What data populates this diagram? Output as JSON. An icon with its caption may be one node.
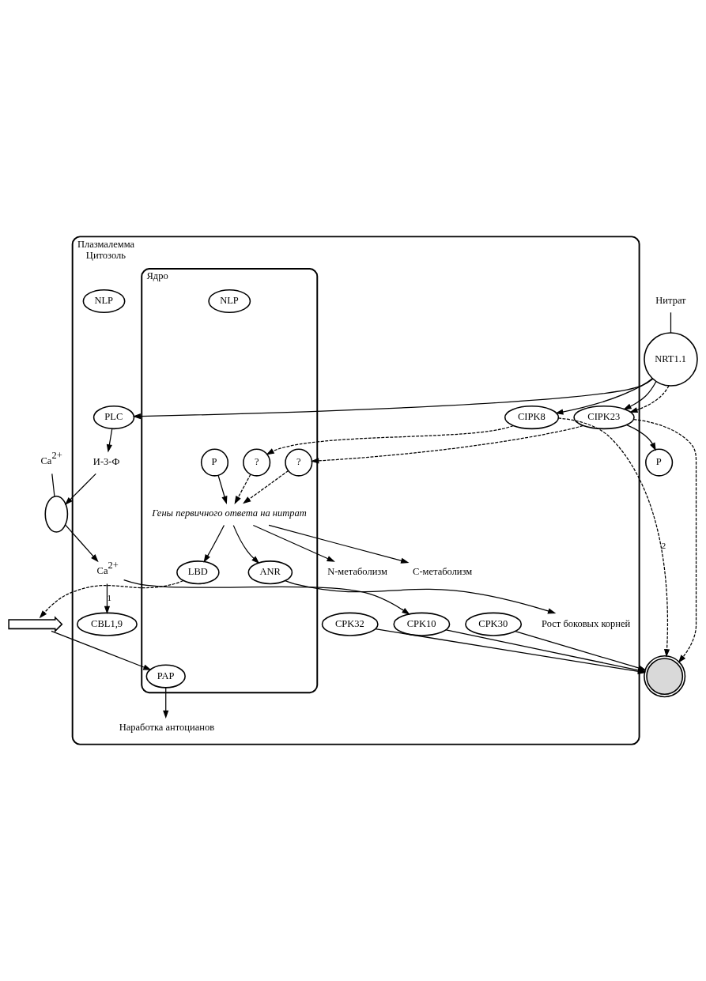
{
  "diagram": {
    "nodes": [
      {
        "text": [
          "Плазмалемма",
          "Цитозоль"
        ]
      },
      {
        "text": [
          "Ядро"
        ],
        "in": 0
      },
      {
        "text": [
          "Нитрат"
        ]
      },
      {
        "text": [
          "NRT1.1"
        ]
      },
      {
        "text": [
          "P"
        ]
      },
      {
        "text": [
          "Ca$^{2+}$"
        ]
      },
      {
        "text": [],
        "shape": "ellipse"
      },
      {
        "text": [
          "PLC"
        ],
        "in": 0
      },
      {
        "text": [
          "И-3-Ф"
        ],
        "in": 0
      },
      {
        "text": [
          "Ca$^{2+}$"
        ],
        "in": 0
      },
      {
        "text": [
          "CIPK8"
        ],
        "in": 0
      },
      {
        "text": [
          "CIPK23"
        ],
        "in": 0
      },
      {
        "text": [
          "CBL1,9"
        ],
        "in": 0
      },
      {
        "text": [
          "CPK10"
        ],
        "in": 0
      },
      {
        "text": [
          "CPK30"
        ],
        "in": 0
      },
      {
        "text": [
          "CPK32"
        ],
        "in": 0
      },
      {
        "text": [
          "?"
        ],
        "in": 1
      },
      {
        "text": [
          "?"
        ],
        "in": 1
      },
      {
        "text": [
          "NLP"
        ],
        "in": 1
      },
      {
        "text": [
          "P"
        ],
        "in": 1
      },
      {
        "text": [
          "NLP"
        ],
        "in": 0
      },
      {
        "text": [],
        "shape": "cycle"
      },
      {
        "text": [
          "Гены первичного ответа на нитрат"
        ],
        "in": 1
      },
      {
        "text": [
          "LBD"
        ],
        "in": 1
      },
      {
        "text": [
          "ANR"
        ],
        "in": 1
      },
      {
        "text": [],
        "shape": "gene"
      },
      {
        "text": [
          "PAP"
        ],
        "in": 1
      },
      {
        "text": [
          "С-метаболизм"
        ],
        "in": 0
      },
      {
        "text": [
          "N-метаболизм"
        ],
        "in": 0
      },
      {
        "text": [
          "Рост боковых корней"
        ],
        "in": 0
      },
      {
        "text": [
          "Наработка антоцианов"
        ],
        "in": 0
      }
    ],
    "edges": [
      {
        "from": 2,
        "to": 3,
        "arrow": "none"
      },
      {
        "from": 3,
        "to": 7,
        "arrow": "to"
      },
      {
        "from": 3,
        "to": 10,
        "arrow": "to"
      },
      {
        "from": 3,
        "to": 11,
        "arrow": "to"
      },
      {
        "from": 3,
        "to": 11,
        "arrow": "to",
        "style": "dashed"
      },
      {
        "from": 11,
        "to": 4,
        "arrow": "to"
      },
      {
        "from": 7,
        "to": 8,
        "arrow": "to"
      },
      {
        "from": 8,
        "to": 6,
        "arrow": "to"
      },
      {
        "from": 5,
        "to": 6,
        "arrow": "none"
      },
      {
        "from": 6,
        "to": 9,
        "arrow": "to"
      },
      {
        "from": 9,
        "to": 12,
        "arrow": "to",
        "label": "1"
      },
      {
        "from": 9,
        "to": 13,
        "arrow": "to"
      },
      {
        "from": 13,
        "to": 21,
        "arrow": "to"
      },
      {
        "from": 14,
        "to": 21,
        "arrow": "to"
      },
      {
        "from": 15,
        "to": 21,
        "arrow": "to"
      },
      {
        "from": 10,
        "to": 16,
        "arrow": "to",
        "style": "dashed"
      },
      {
        "from": 10,
        "to": 21,
        "arrow": "to",
        "style": "dashed",
        "label": "2"
      },
      {
        "from": 11,
        "to": 17,
        "arrow": "to",
        "style": "dashed"
      },
      {
        "from": 11,
        "to": 21,
        "arrow": "to",
        "style": "dashed"
      },
      {
        "from": 16,
        "to": 22,
        "arrow": "to",
        "style": "dashed"
      },
      {
        "from": 17,
        "to": 22,
        "arrow": "to",
        "style": "dashed"
      },
      {
        "from": 19,
        "to": 22,
        "arrow": "to"
      },
      {
        "from": 22,
        "to": 27,
        "arrow": "to"
      },
      {
        "from": 22,
        "to": 28,
        "arrow": "to"
      },
      {
        "from": 22,
        "to": 23,
        "arrow": "to"
      },
      {
        "from": 22,
        "to": 24,
        "arrow": "to"
      },
      {
        "from": 23,
        "to": 25,
        "arrow": "to",
        "style": "dashed"
      },
      {
        "from": 25,
        "to": 26,
        "arrow": "to"
      },
      {
        "from": 24,
        "to": 29,
        "arrow": "to"
      },
      {
        "from": 26,
        "to": 30,
        "arrow": "to"
      }
    ]
  }
}
